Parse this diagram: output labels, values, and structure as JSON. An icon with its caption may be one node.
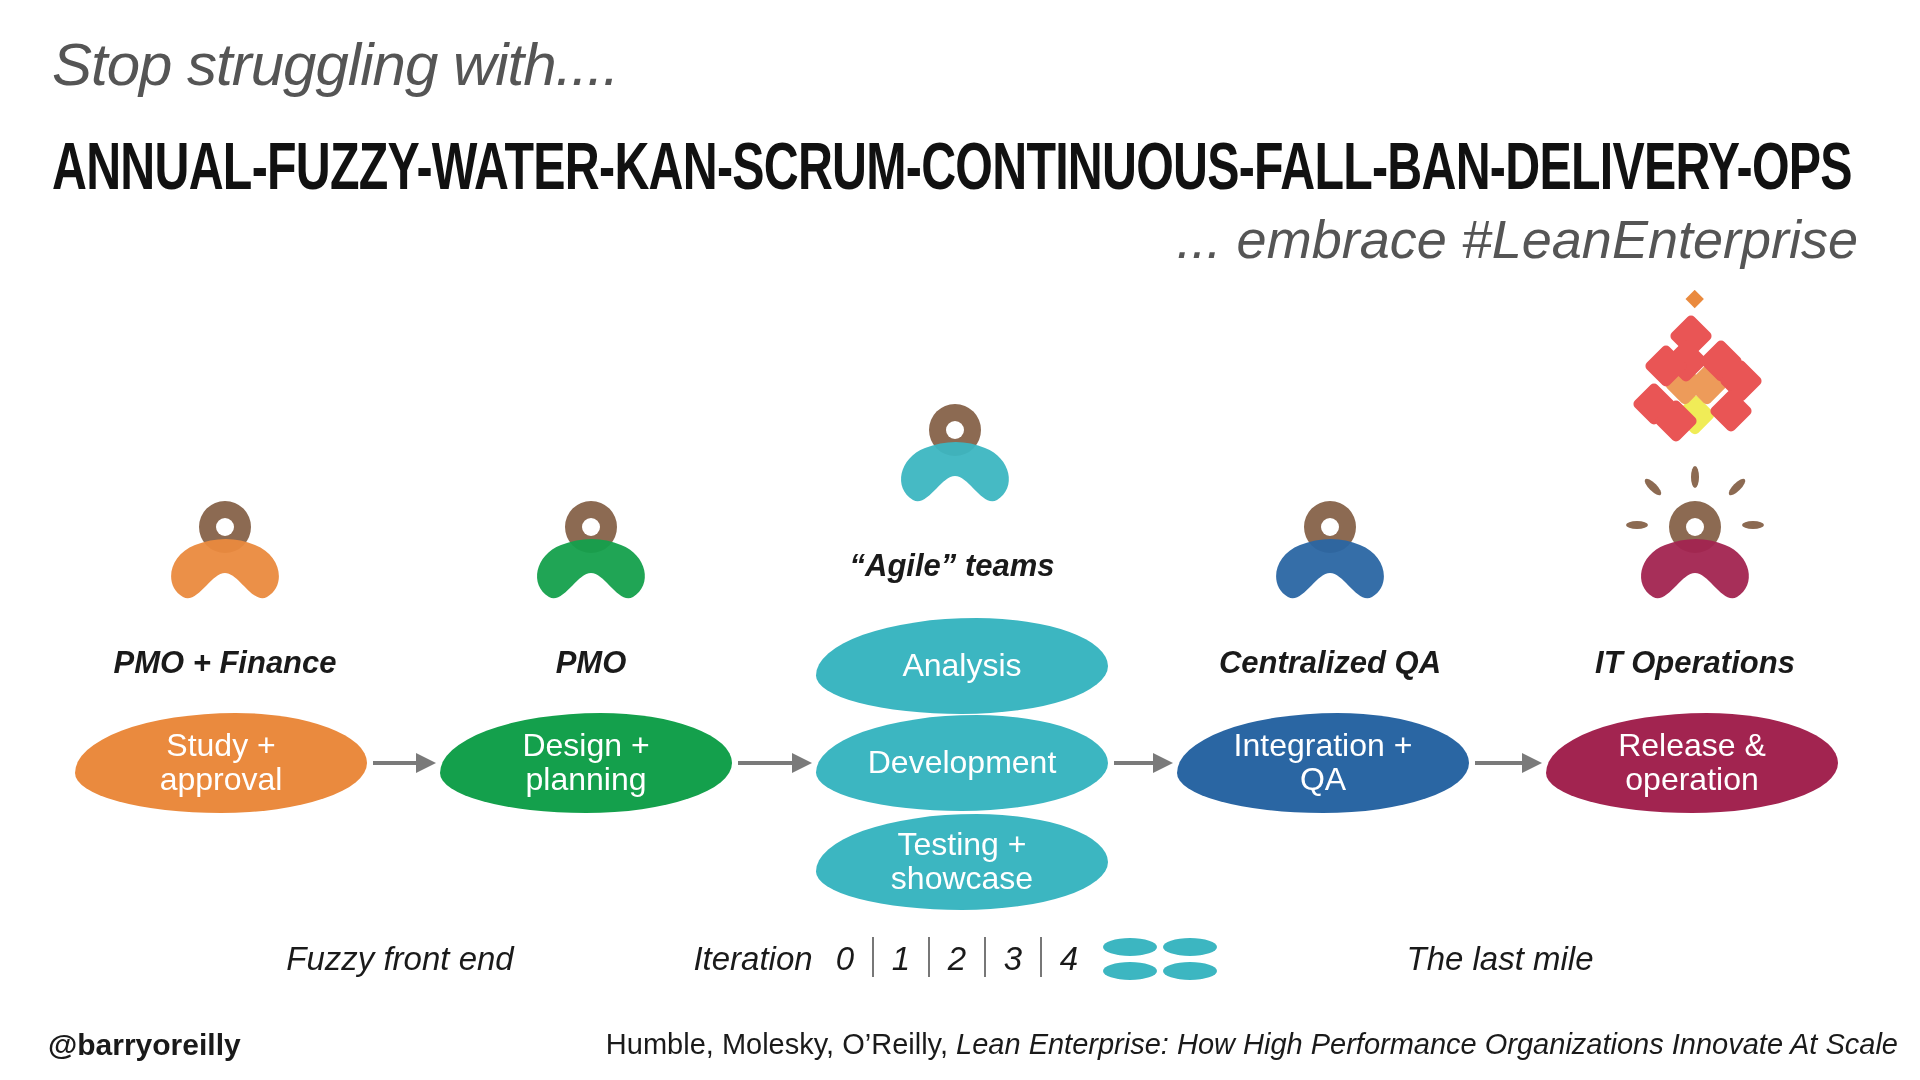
{
  "diagram": {
    "title": "Stop struggling with....",
    "caption": "Humble, Molesky, O’Reilly, *Lean Enterprise: How High Performance Organizations Innovate At Scale*",
    "nodes": [
      {
        "text": [
          "Study + approval"
        ]
      },
      {
        "text": [
          "Design + planning"
        ]
      },
      {
        "text": [
          "Analysis"
        ]
      },
      {
        "text": [
          "Development"
        ]
      },
      {
        "text": [
          "Testing + showcase"
        ]
      },
      {
        "text": [
          "Integration + QA"
        ]
      },
      {
        "text": [
          "Release & operation"
        ]
      }
    ],
    "edges": [
      {
        "from": 0,
        "to": 1,
        "arrow": "to"
      },
      {
        "from": 1,
        "to": 3,
        "arrow": "to"
      },
      {
        "from": 3,
        "to": 5,
        "arrow": "to"
      },
      {
        "from": 5,
        "to": 6,
        "arrow": "to"
      }
    ],
    "labels": [
      "ANNUAL-FUZZY-WATER-KAN-SCRUM-CONTINUOUS-FALL-BAN-DELIVERY-OPS",
      "... embrace #LeanEnterprise",
      "PMO + Finance",
      "PMO",
      "“Agile” teams",
      "Centralized QA",
      "IT Operations",
      "Fuzzy front end",
      "Iteration",
      "0",
      "1",
      "2",
      "3",
      "4",
      "The last mile",
      "@barryoreilly"
    ]
  }
}
